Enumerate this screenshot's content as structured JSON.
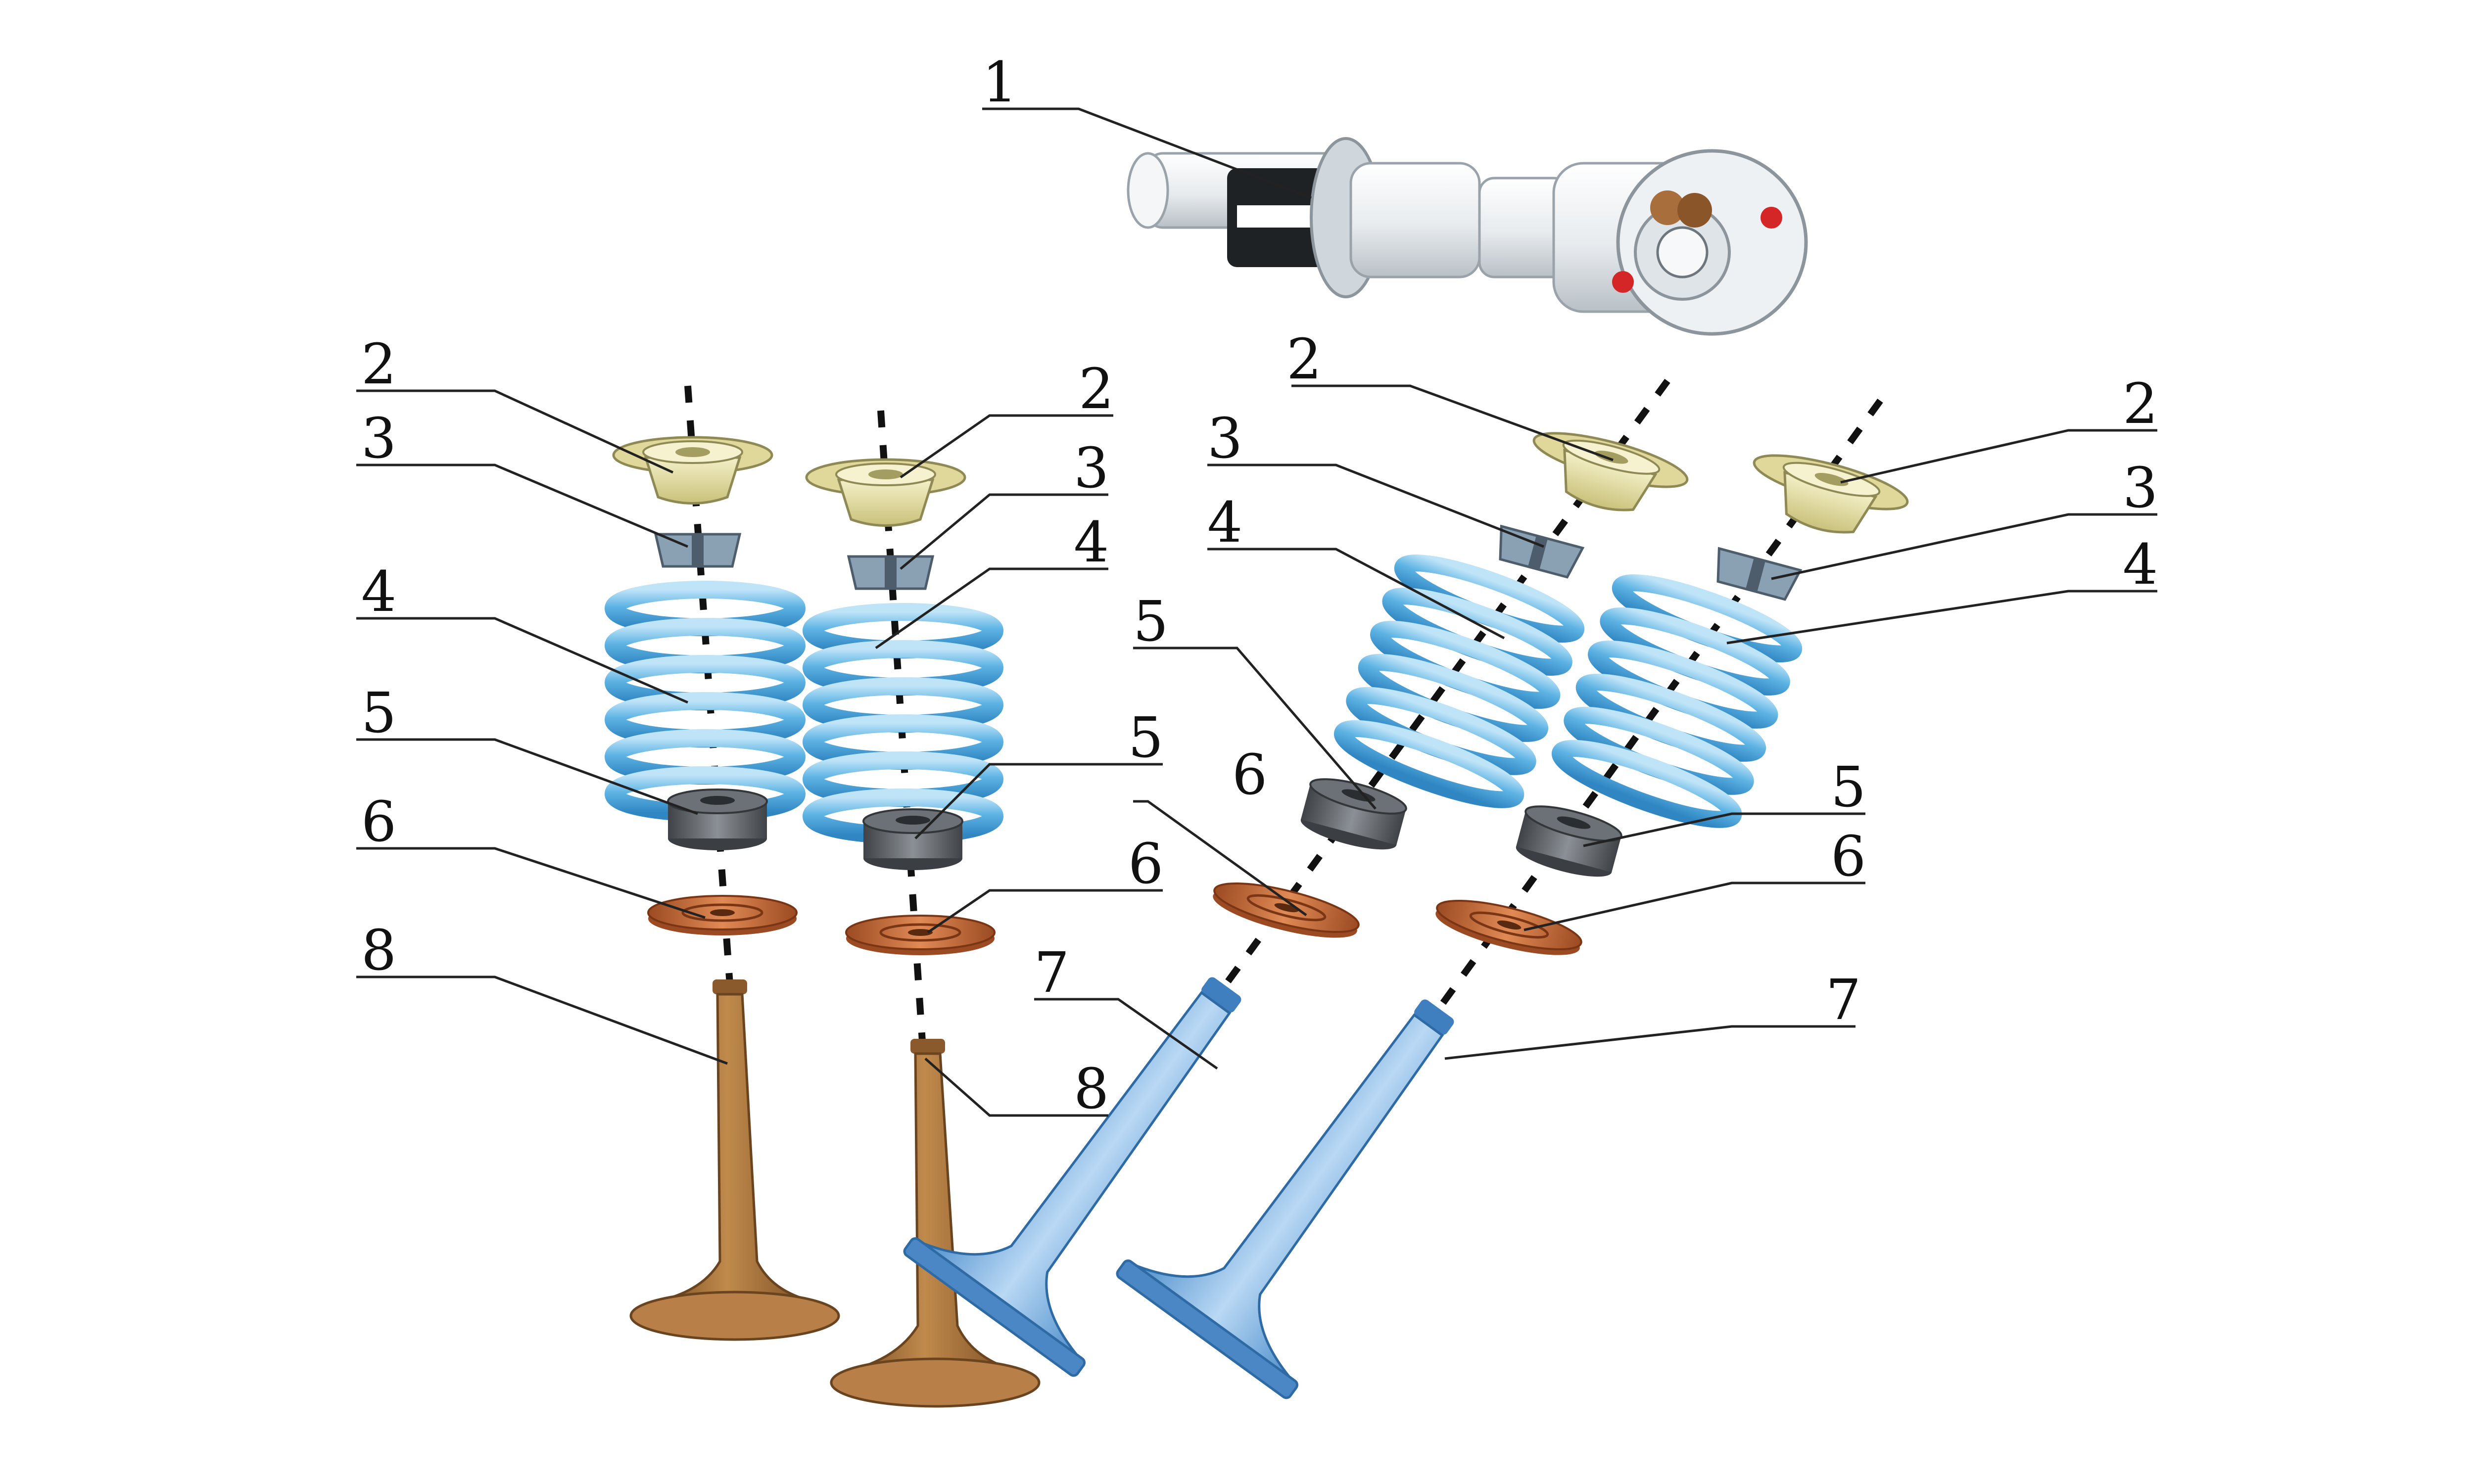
{
  "callouts": {
    "camshaft": "1",
    "v1": {
      "retainer": "2",
      "keeper": "3",
      "spring": "4",
      "seat": "5",
      "seal": "6",
      "valve": "8"
    },
    "v2": {
      "retainer": "2",
      "keeper": "3",
      "spring": "4",
      "seat": "5",
      "seal": "6",
      "valve": "8"
    },
    "v3": {
      "retainer": "2",
      "keeper": "3",
      "spring": "4",
      "seat": "5",
      "seal": "6",
      "valve": "7"
    },
    "v4": {
      "retainer": "2",
      "keeper": "3",
      "spring": "4",
      "seat": "5",
      "seal": "6",
      "valve": "7"
    }
  },
  "colors": {
    "spring": "#5fb4e4",
    "retainer": "#e7e2a6",
    "keeper": "#8aa1b4",
    "seat": "#5e6266",
    "seal": "#c8622f",
    "exhaust_valve": "#a9743e",
    "intake_valve": "#7fb2e6",
    "camshaft": "#eceff2",
    "axis": "#111111"
  }
}
